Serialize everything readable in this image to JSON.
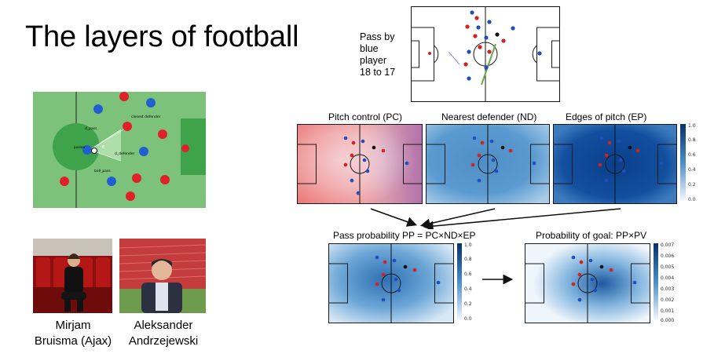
{
  "slide": {
    "title": "The layers of football"
  },
  "diagram": {
    "labels": {
      "passer": "passer",
      "closest_defender": "closest defender",
      "pass_dist": "d_pass",
      "defender_dist": "d_defender",
      "ball_pass": "ball_pass",
      "angle": "θ"
    }
  },
  "people": [
    {
      "name_line1": "Mirjam",
      "name_line2": "Bruisma (Ajax)"
    },
    {
      "name_line1": "Aleksander",
      "name_line2": "Andrzejewski"
    }
  ],
  "pass_example": {
    "label_lines": [
      "Pass by",
      "blue",
      "player",
      "18 to 17"
    ]
  },
  "layers": {
    "pc": "Pitch control (PC)",
    "nd": "Nearest defender (ND)",
    "ep": "Edges of pitch (EP)",
    "pp": "Pass probability PP = PC×ND×EP",
    "goal": "Probability of goal: PP×PV"
  },
  "colorbars": {
    "top": [
      "1.0",
      "0.8",
      "0.6",
      "0.4",
      "0.2",
      "0.0"
    ],
    "pp": [
      "1.0",
      "0.8",
      "0.6",
      "0.4",
      "0.2",
      "0.0"
    ],
    "goal": [
      "0.007",
      "0.006",
      "0.005",
      "0.004",
      "0.003",
      "0.002",
      "0.001",
      "0.000"
    ]
  },
  "colors": {
    "pitch_green": "#7dc27a",
    "dark_green": "#3ea34a",
    "red_player": "#e0202a",
    "blue_player": "#1f5fd0",
    "heat_blue": "#1e5aa0",
    "heat_red": "#e86060"
  }
}
